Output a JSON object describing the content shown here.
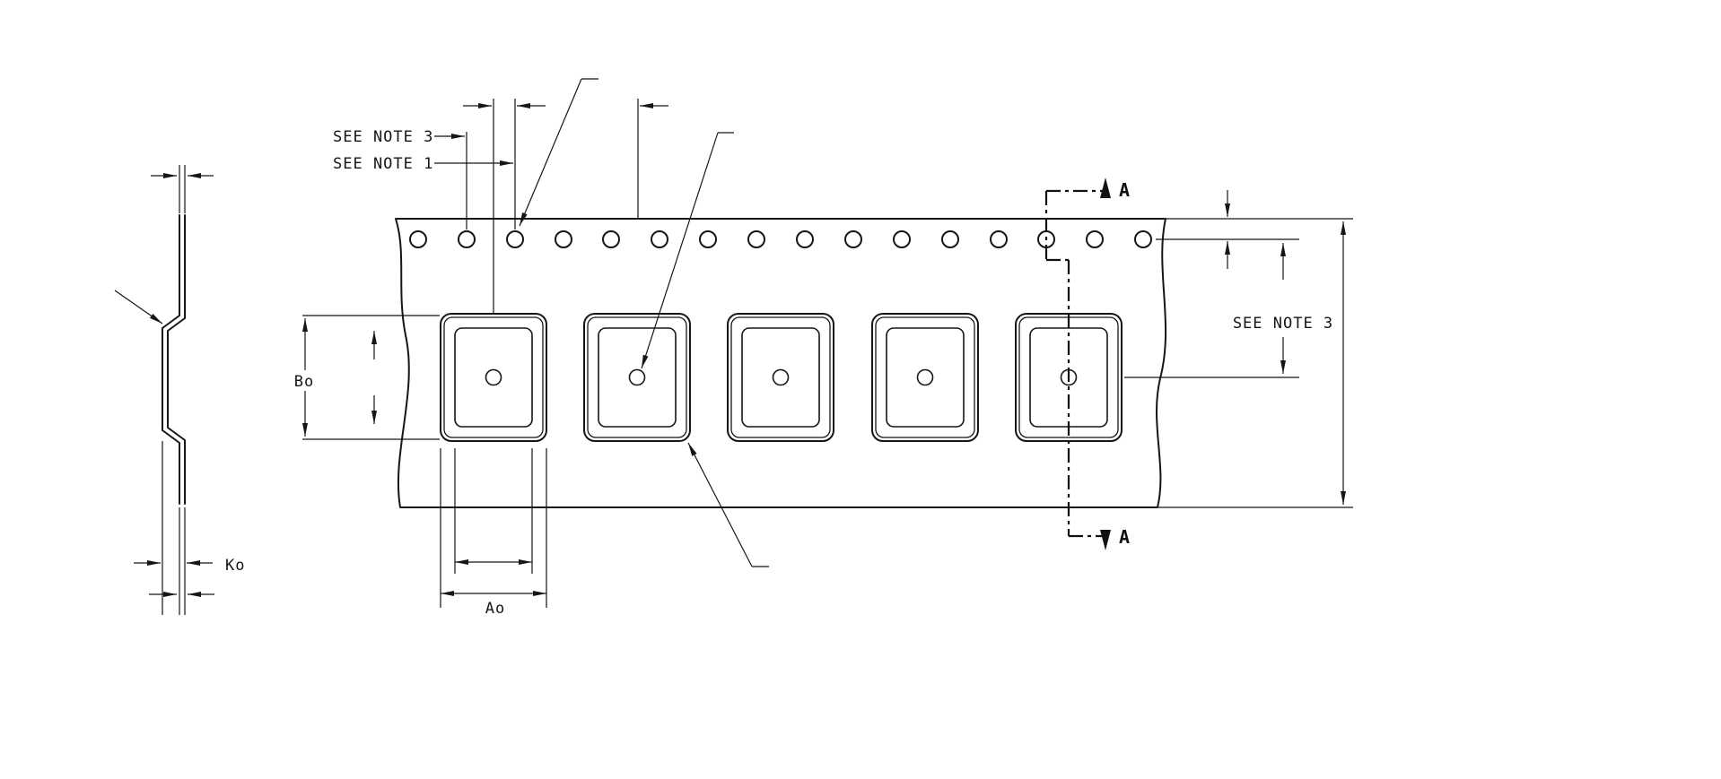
{
  "drawing": {
    "labels": {
      "see_note_3_top": "SEE NOTE 3",
      "see_note_1": "SEE NOTE 1",
      "see_note_3_right": "SEE NOTE 3",
      "bo": "Bo",
      "ao": "Ao",
      "ko": "Ko",
      "section_top": "A",
      "section_bottom": "A"
    },
    "figures": {
      "pocket_count": 5,
      "sprocket_hole_count": 16
    },
    "colors": {
      "line": "#161616",
      "background": "#ffffff"
    }
  }
}
